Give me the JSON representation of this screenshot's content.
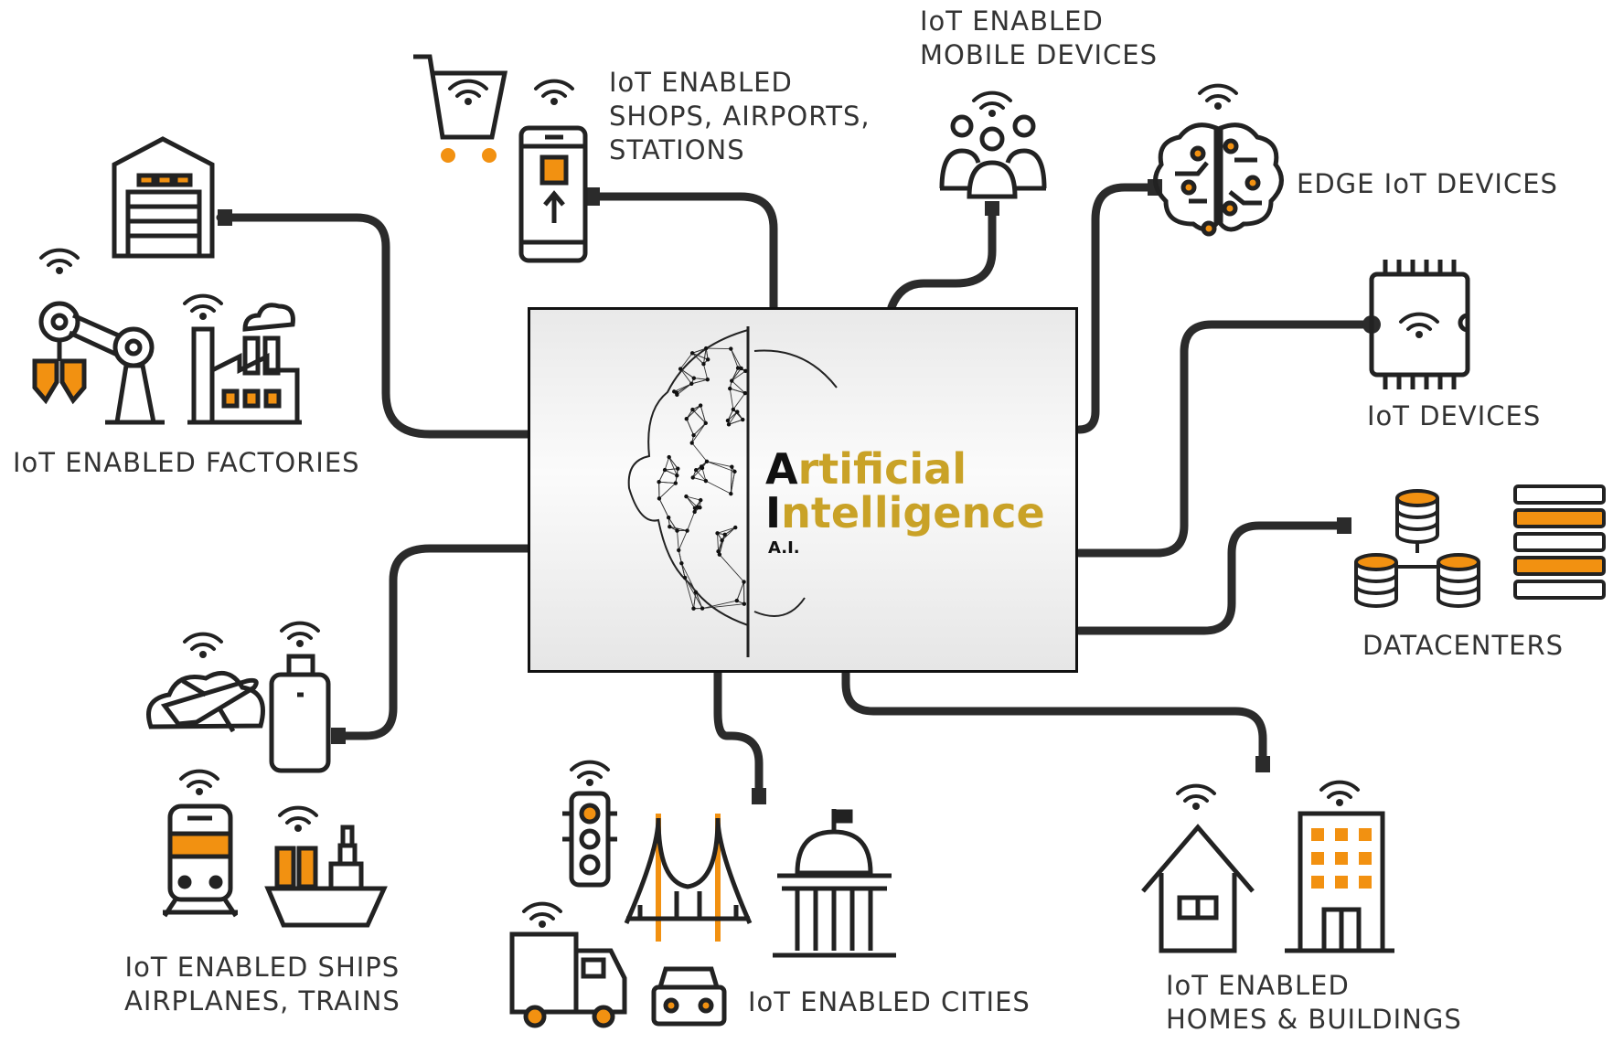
{
  "colors": {
    "stroke": "#222222",
    "accent": "#f29111",
    "text": "#333333",
    "gold": "#c9a227"
  },
  "center": {
    "title_line1_initial": "A",
    "title_line1_rest": "rtificial",
    "title_line2_initial": "I",
    "title_line2_rest": "ntelligence",
    "abbrev": "A.I."
  },
  "labels": {
    "factories": [
      "IoT ENABLED FACTORIES"
    ],
    "shops": [
      "IoT ENABLED",
      "SHOPS, AIRPORTS,",
      "STATIONS"
    ],
    "mobile": [
      "IoT ENABLED",
      "MOBILE DEVICES"
    ],
    "edge": [
      "EDGE IoT DEVICES"
    ],
    "iot_devices": [
      "IoT DEVICES"
    ],
    "datacenters": [
      "DATACENTERS"
    ],
    "homes": [
      "IoT ENABLED",
      "HOMES & BUILDINGS"
    ],
    "cities": [
      "IoT ENABLED CITIES"
    ],
    "ships": [
      "IoT ENABLED SHIPS",
      "AIRPLANES, TRAINS"
    ]
  },
  "icons": [
    "warehouse-icon",
    "robot-arm-icon",
    "factory-icon",
    "shopping-cart-icon",
    "smartphone-icon",
    "people-group-icon",
    "brain-icon",
    "chip-icon",
    "database-icon",
    "server-rack-icon",
    "house-icon",
    "office-building-icon",
    "traffic-light-icon",
    "bridge-icon",
    "capitol-building-icon",
    "truck-icon",
    "car-icon",
    "airplane-cloud-icon",
    "suitcase-icon",
    "train-icon",
    "ship-icon",
    "wifi-icon",
    "face-mesh-icon"
  ]
}
